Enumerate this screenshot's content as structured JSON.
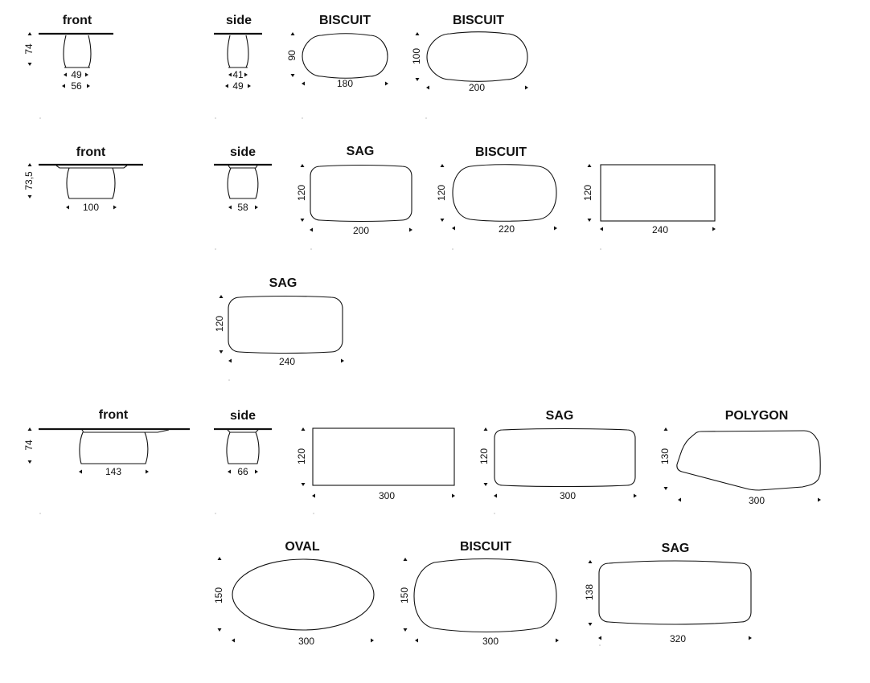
{
  "row1": {
    "front": {
      "label": "front",
      "h": "74",
      "w1": "49",
      "w2": "56"
    },
    "side": {
      "label": "side",
      "w1": "41",
      "w2": "49"
    },
    "biscuit_a": {
      "label": "BISCUIT",
      "h": "90",
      "w": "180"
    },
    "biscuit_b": {
      "label": "BISCUIT",
      "h": "100",
      "w": "200"
    }
  },
  "row2": {
    "front": {
      "label": "front",
      "h": "73,5",
      "w": "100"
    },
    "side": {
      "label": "side",
      "w": "58"
    },
    "sag": {
      "label": "SAG",
      "h": "120",
      "w": "200"
    },
    "biscuit": {
      "label": "BISCUIT",
      "h": "120",
      "w": "220"
    },
    "rect": {
      "h": "120",
      "w": "240"
    }
  },
  "row3": {
    "sag": {
      "label": "SAG",
      "h": "120",
      "w": "240"
    }
  },
  "row4": {
    "front": {
      "label": "front",
      "h": "74",
      "w": "143"
    },
    "side": {
      "label": "side",
      "w": "66"
    },
    "rect": {
      "h": "120",
      "w": "300"
    },
    "sag": {
      "label": "SAG",
      "h": "120",
      "w": "300"
    },
    "polygon": {
      "label": "POLYGON",
      "h": "130",
      "w": "300"
    }
  },
  "row5": {
    "oval": {
      "label": "OVAL",
      "h": "150",
      "w": "300"
    },
    "biscuit": {
      "label": "BISCUIT",
      "h": "150",
      "w": "300"
    },
    "sag": {
      "label": "SAG",
      "h": "138",
      "w": "320"
    }
  }
}
